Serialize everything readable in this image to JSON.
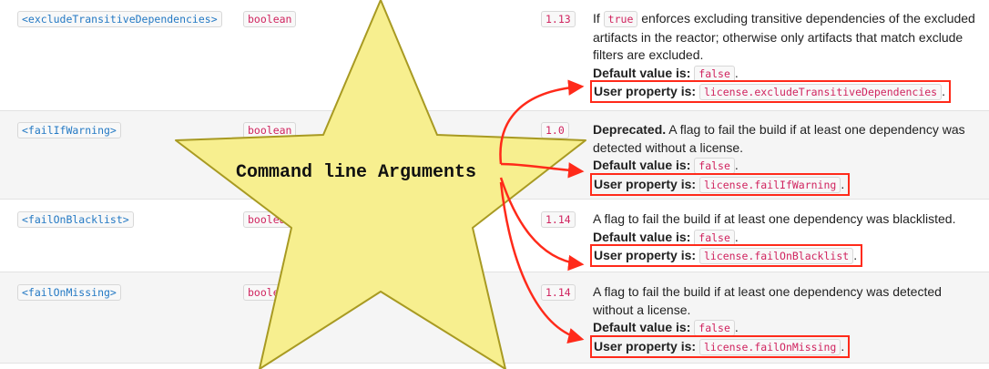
{
  "rows": [
    {
      "param": "<excludeTransitiveDependencies>",
      "type": "boolean",
      "since": "1.13",
      "desc_prefix": "If",
      "desc_code": "true",
      "desc_text": "enforces excluding transitive dependencies of the excluded artifacts in the reactor; otherwise only artifacts that match exclude filters are excluded.",
      "default_label": "Default value is:",
      "default_value": "false",
      "user_label": "User property is:",
      "user_value": "license.excludeTransitiveDependencies"
    },
    {
      "param": "<failIfWarning>",
      "type": "boolean",
      "since": "1.0",
      "desc_bold": "Deprecated.",
      "desc_text": "A flag to fail the build if at least one dependency was detected without a license.",
      "default_label": "Default value is:",
      "default_value": "false",
      "user_label": "User property is:",
      "user_value": "license.failIfWarning"
    },
    {
      "param": "<failOnBlacklist>",
      "type": "boolean",
      "since": "1.14",
      "desc_text": "A flag to fail the build if at least one dependency was blacklisted.",
      "default_label": "Default value is:",
      "default_value": "false",
      "user_label": "User property is:",
      "user_value": "license.failOnBlacklist"
    },
    {
      "param": "<failOnMissing>",
      "type": "boolean",
      "since": "1.14",
      "desc_text": "A flag to fail the build if at least one dependency was detected without a license.",
      "default_label": "Default value is:",
      "default_value": "false",
      "user_label": "User property is:",
      "user_value": "license.failOnMissing"
    }
  ],
  "annotation": {
    "label": "Command line Arguments",
    "star_color": "#f7ef8f",
    "star_stroke": "#a89a22",
    "arrow_color": "#ff2a1a"
  },
  "colors": {
    "param_link": "#2479c4",
    "code_pink": "#d0245f",
    "alt_row": "#f5f5f5"
  }
}
